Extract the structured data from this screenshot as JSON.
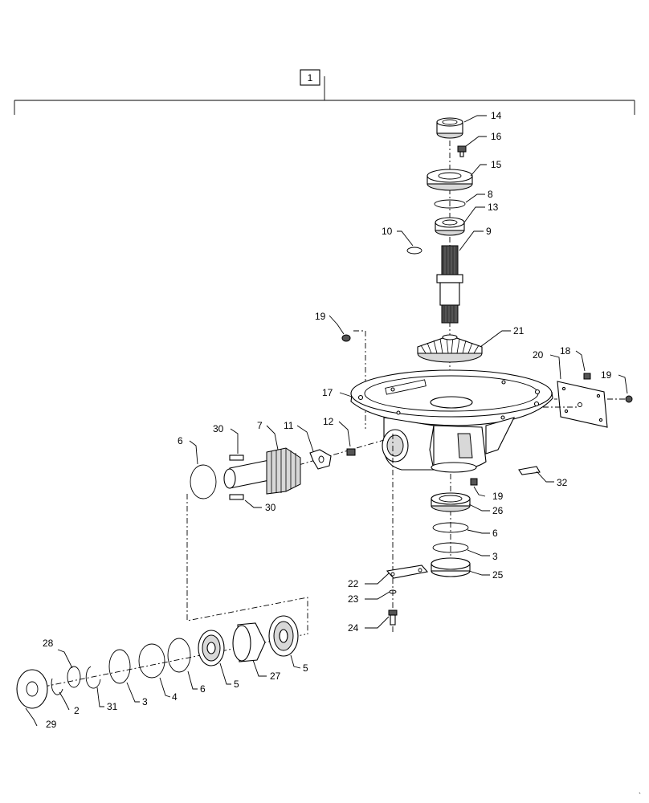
{
  "assembly": {
    "label": "1"
  },
  "callouts": {
    "c14": "14",
    "c16": "16",
    "c15": "15",
    "c8": "8",
    "c13": "13",
    "c10": "10",
    "c9": "9",
    "c19a": "19",
    "c21": "21",
    "c20": "20",
    "c18": "18",
    "c19b": "19",
    "c17": "17",
    "c12": "12",
    "c11": "11",
    "c7": "7",
    "c30a": "30",
    "c6a": "6",
    "c30b": "30",
    "c32": "32",
    "c19c": "19",
    "c26": "26",
    "c6b": "6",
    "c3a": "3",
    "c25": "25",
    "c22": "22",
    "c23": "23",
    "c24": "24",
    "c28": "28",
    "c2": "2",
    "c29": "29",
    "c31": "31",
    "c3b": "3",
    "c4": "4",
    "c6c": "6",
    "c5a": "5",
    "c27": "27",
    "c5b": "5"
  },
  "corner_mark": "`"
}
